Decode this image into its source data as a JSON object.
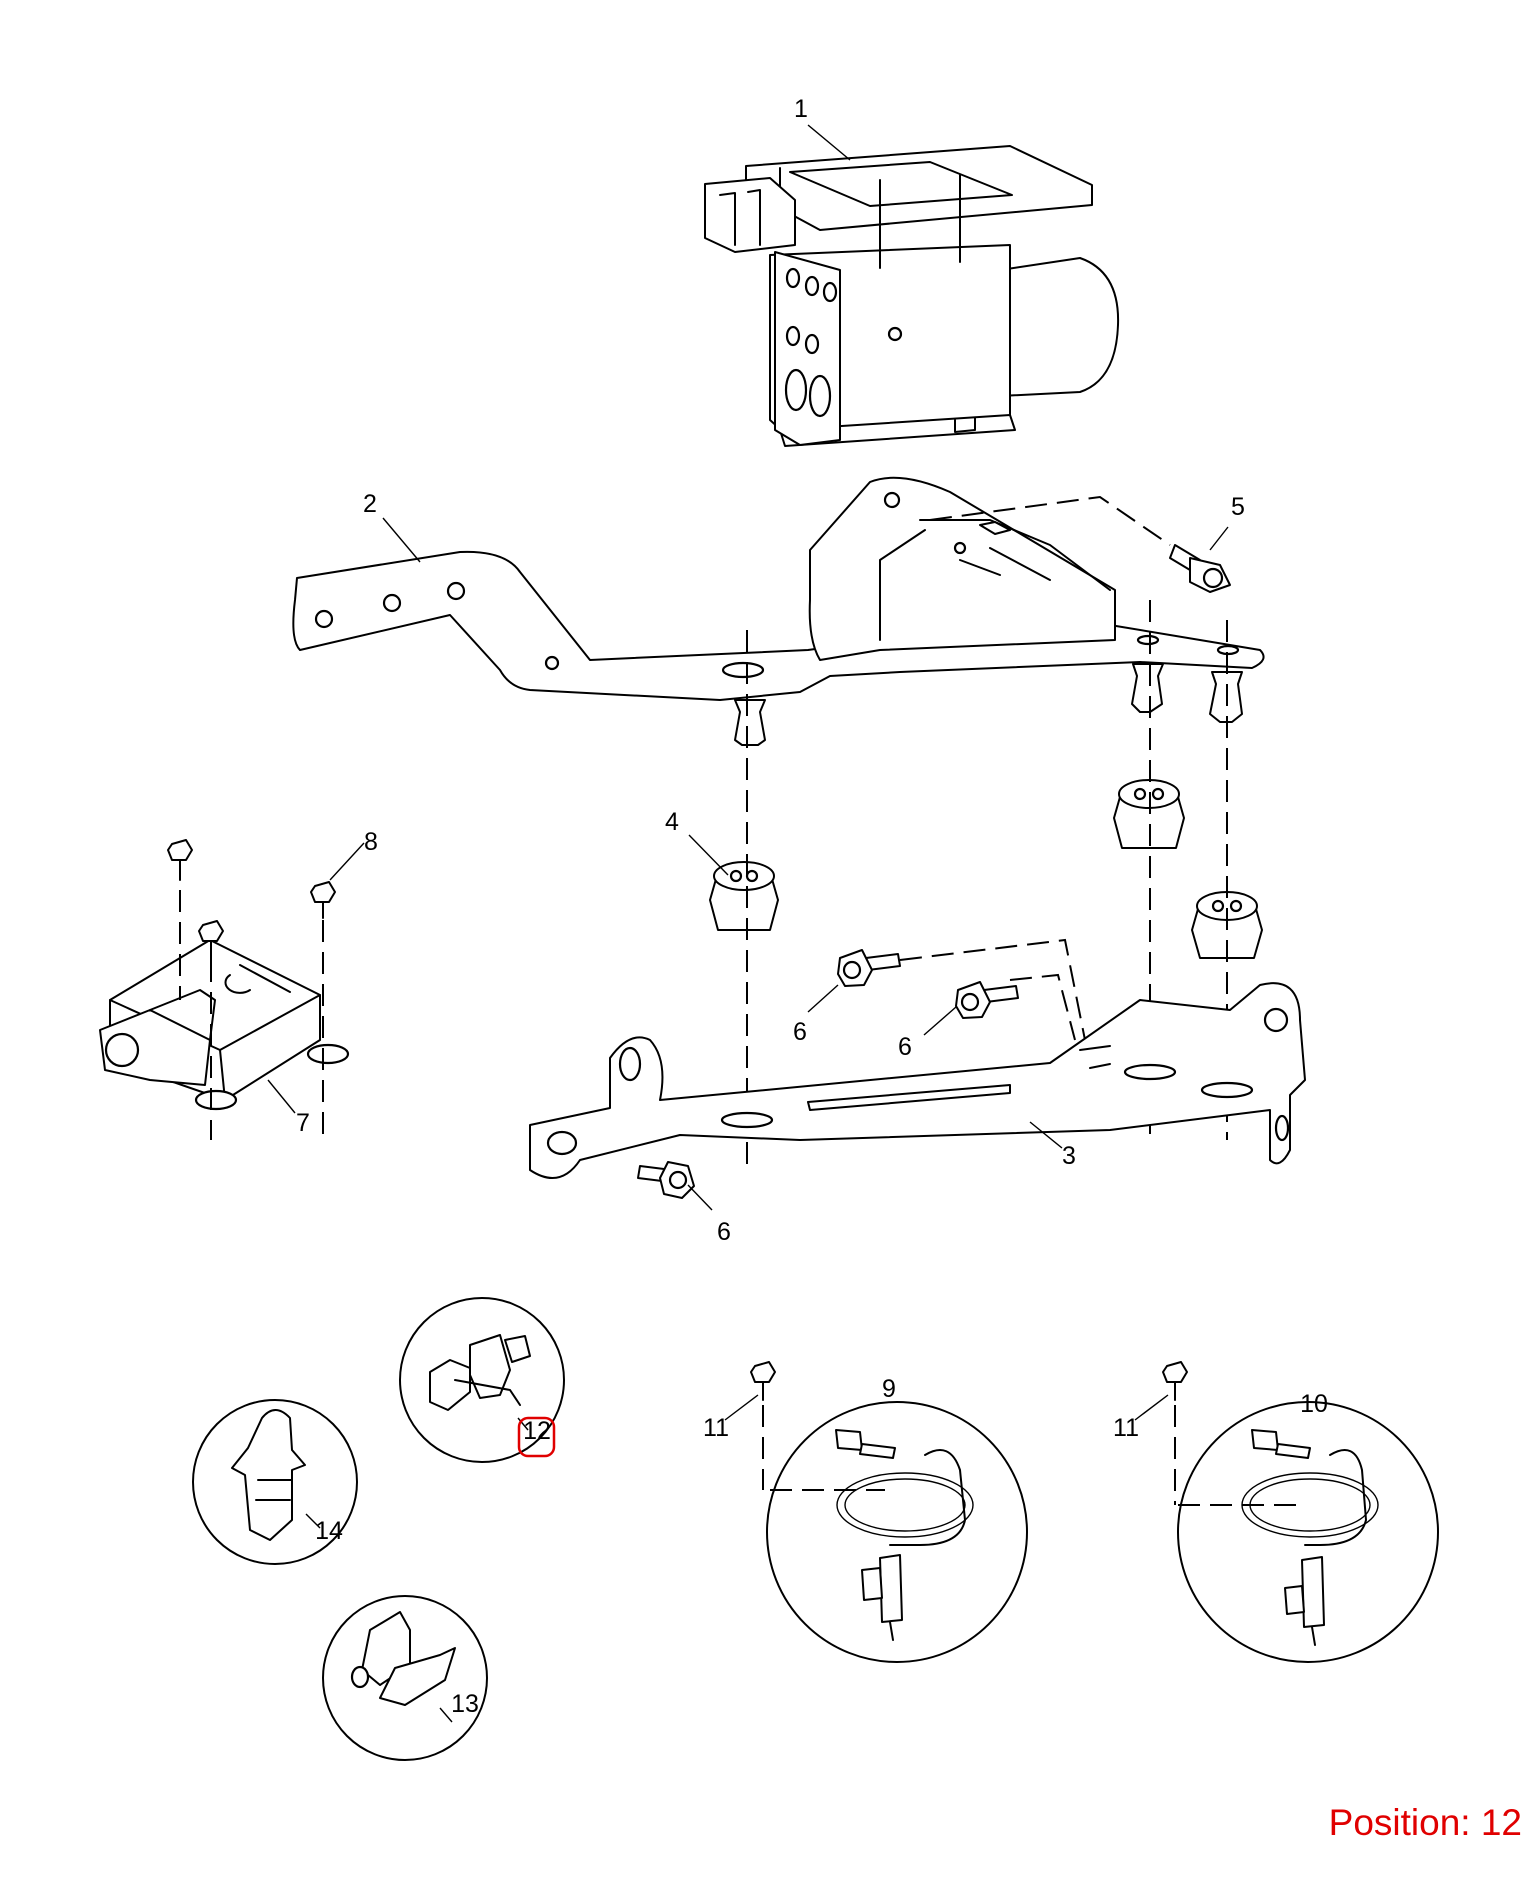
{
  "callouts": {
    "c1": "1",
    "c2": "2",
    "c3": "3",
    "c4": "4",
    "c5": "5",
    "c6a": "6",
    "c6b": "6",
    "c6c": "6",
    "c7": "7",
    "c8": "8",
    "c9": "9",
    "c10": "10",
    "c11a": "11",
    "c11b": "11",
    "c12": "12",
    "c13": "13",
    "c14": "14"
  },
  "position_label": "Position: 12",
  "highlight": {
    "callout": "12",
    "color": "#e00000"
  }
}
